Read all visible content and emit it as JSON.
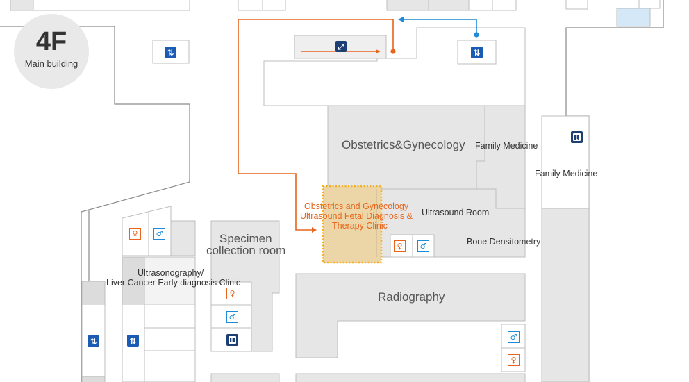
{
  "floor_badge": {
    "floor": "4F",
    "building": "Main building"
  },
  "rooms": {
    "obstetrics": "Obstetrics&Gynecology",
    "family_medicine_1": "Family Medicine",
    "family_medicine_2": "Family Medicine",
    "ultrasound_room": "Ultrasound Room",
    "bone_densitometry": "Bone Densitometry",
    "specimen_line1": "Specimen",
    "specimen_line2": "collection room",
    "ultrasonography_line1": "Ultrasonography/",
    "ultrasonography_line2": "Liver Cancer Early diagnosis Clinic",
    "radiography": "Radiography"
  },
  "highlight": {
    "line1": "Obstetrics and Gynecology",
    "line2": "Ultrasound Fetal Diagnosis &",
    "line3": "Therapy Clinic"
  },
  "icons": {
    "elevator": "elevator-icon",
    "stairs": "stairs-icon",
    "escalator": "escalator-icon",
    "restroom_women": "restroom-women-icon",
    "restroom_men": "restroom-men-icon"
  },
  "colors": {
    "route_orange": "#e8641b",
    "route_blue": "#1f8ad6",
    "highlight_fill": "#ecd6a8",
    "highlight_border": "#f5b021",
    "room_gray": "#e6e6e6",
    "wall": "#9a9a9a"
  }
}
